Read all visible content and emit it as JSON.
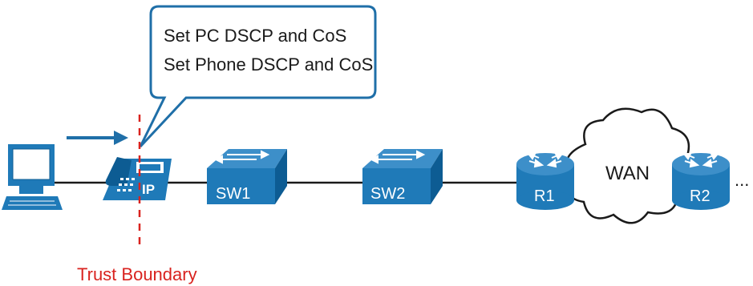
{
  "callout": {
    "line1": "Set PC DSCP and CoS",
    "line2": "Set Phone DSCP and CoS"
  },
  "trust_boundary": {
    "label": "Trust Boundary"
  },
  "devices": {
    "pc": {
      "icon": "pc-icon"
    },
    "phone": {
      "icon": "ip-phone-icon",
      "label": "IP"
    },
    "sw1": {
      "icon": "switch-icon",
      "label": "SW1"
    },
    "sw2": {
      "icon": "switch-icon",
      "label": "SW2"
    },
    "r1": {
      "icon": "router-icon",
      "label": "R1"
    },
    "wan": {
      "icon": "cloud-icon",
      "label": "WAN"
    },
    "r2": {
      "icon": "router-icon",
      "label": "R2"
    },
    "continuation": "..."
  },
  "colors": {
    "device_blue": "#1f7ab8",
    "device_dark": "#0d5c93",
    "trust_red": "#d9231f",
    "line": "#1a1a1a",
    "callout_border": "#1f6fa8"
  }
}
